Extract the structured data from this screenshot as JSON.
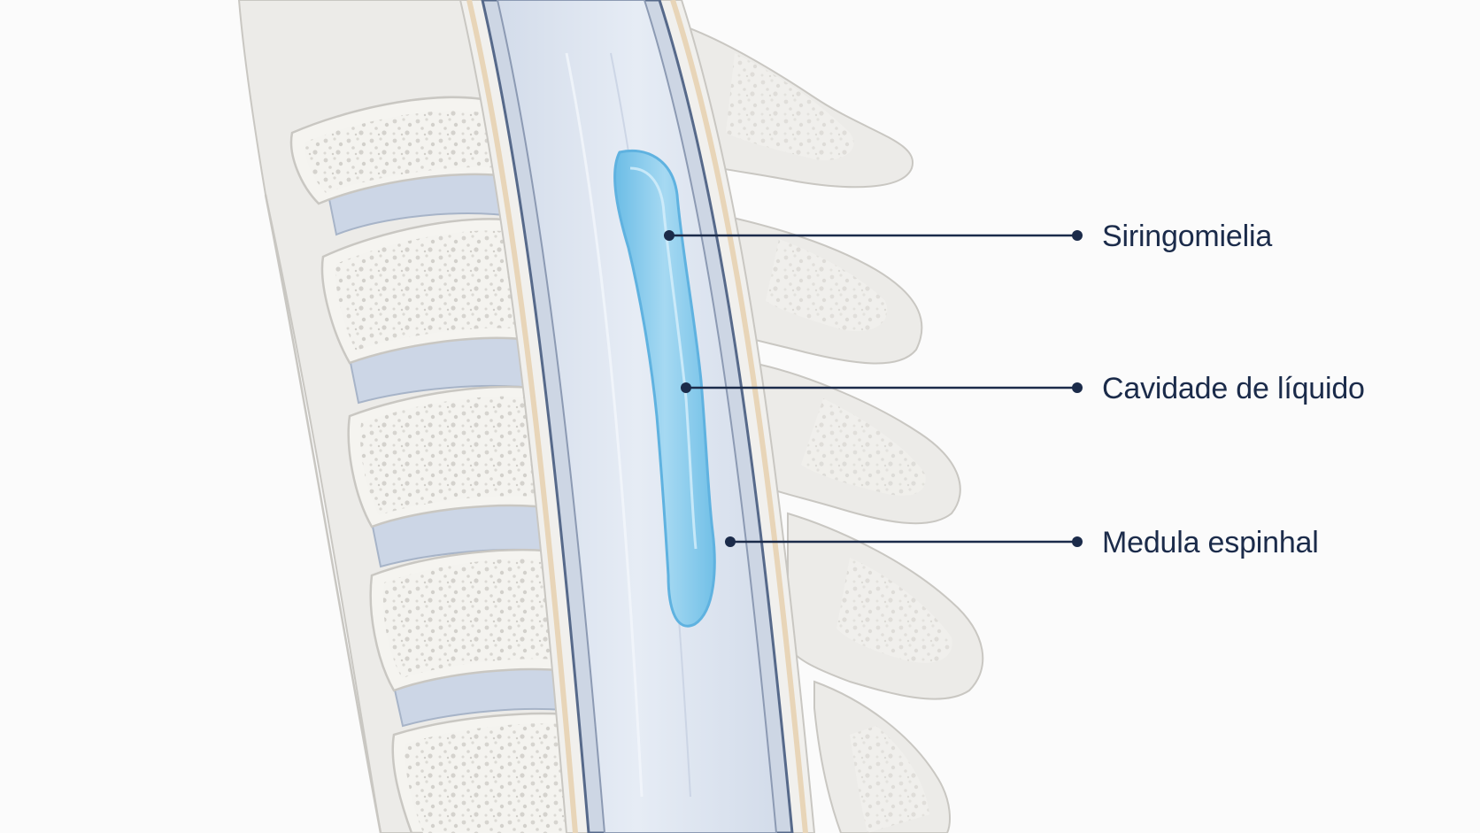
{
  "diagram": {
    "labels": [
      {
        "id": "syringomyelia",
        "text": "Siringomielia"
      },
      {
        "id": "fluid-cavity",
        "text": "Cavidade de líquido"
      },
      {
        "id": "spinal-cord",
        "text": "Medula espinhal"
      }
    ]
  },
  "colors": {
    "background": "#fbfbfb",
    "bone_fill": "#ecebe8",
    "bone_outline": "#c9c7c2",
    "vertebral_body": "#f5f4f0",
    "disc": "#ccd6e6",
    "disc_outline": "#a7b4c8",
    "dura_band": "#ecdcc4",
    "canal_outline": "#56698a",
    "cord": "#dfe6f1",
    "syrinx": "#8fcbea",
    "syrinx_edge": "#5fb2e0",
    "leader": "#1b2b4a",
    "label_text": "#1b2b4a"
  },
  "icons": [
    "callout-dot"
  ]
}
